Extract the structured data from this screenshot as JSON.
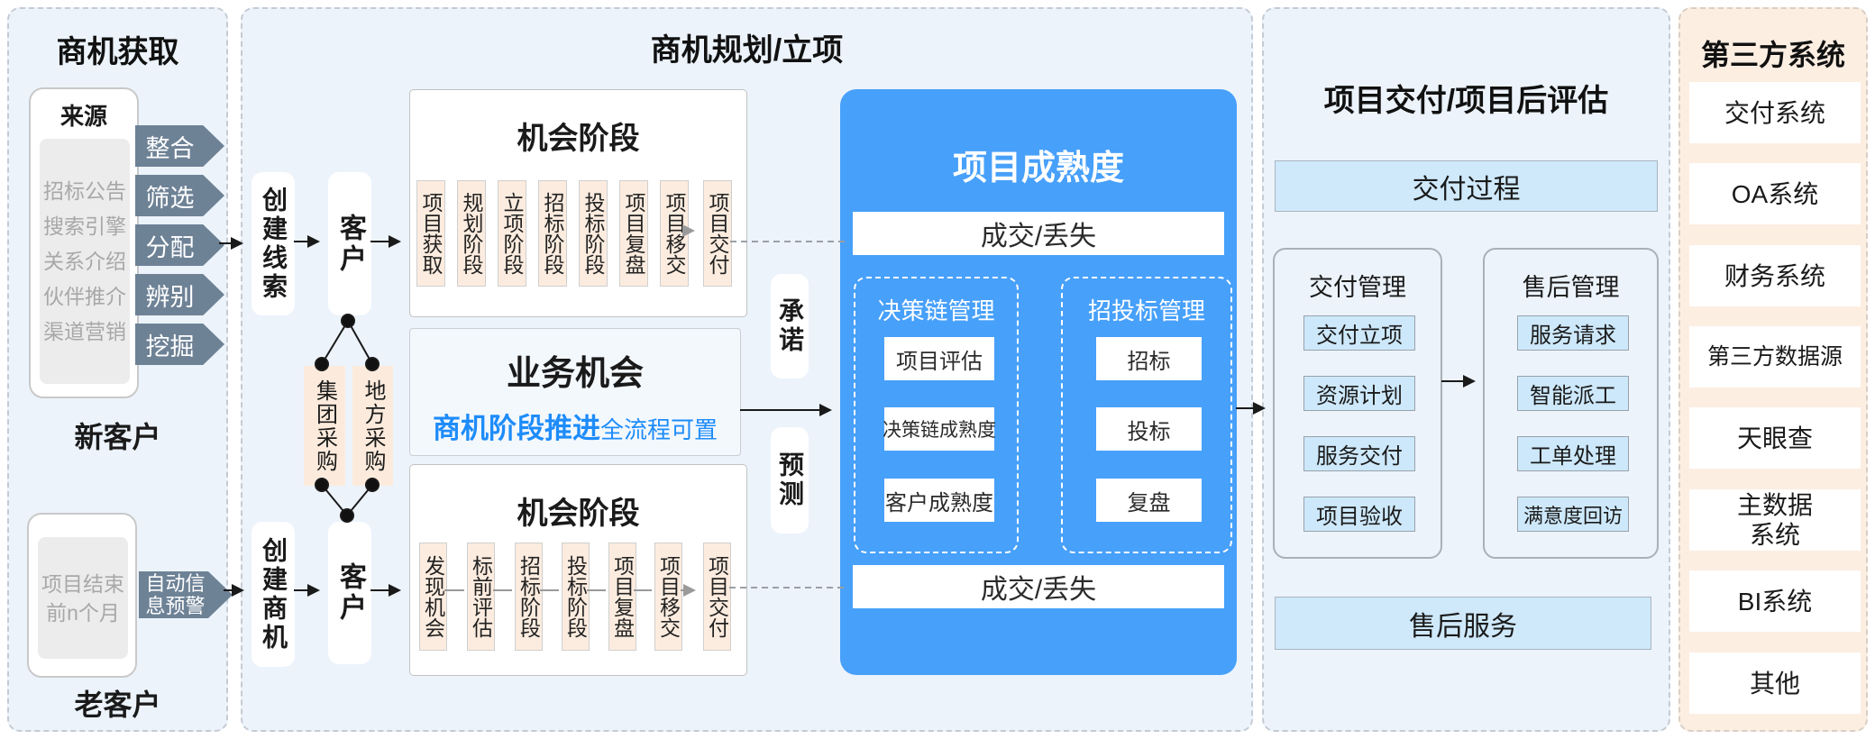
{
  "colors": {
    "accent_blue": "#47a0fa",
    "link_blue": "#1e8cfa",
    "slate_chevron": "#6e8296",
    "peach": "#fcebdd",
    "light_blue_bar": "#cfe9fb",
    "panel_bg": "#ecf3fb",
    "panel4_bg": "#fdeee2"
  },
  "panel_acquisition": {
    "title": "商机获取",
    "source_box": {
      "label": "来源",
      "items": [
        "招标公告",
        "搜索引擎",
        "关系介绍",
        "伙伴推介",
        "渠道营销"
      ]
    },
    "chevrons": [
      "整合",
      "筛选",
      "分配",
      "辨别",
      "挖掘"
    ],
    "new_customer_label": "新客户",
    "old_customer_box_text": "项目结束\n前n个月",
    "alert_chevron_label": "自动信息预警",
    "old_customer_label": "老客户"
  },
  "panel_planning": {
    "title": "商机规划/立项",
    "create_lead": "创建线索",
    "customer_top": "客户",
    "create_opportunity": "创建商机",
    "customer_bottom": "客户",
    "procurement_group": "集团采购",
    "procurement_local": "地方采购",
    "stage_box_top": {
      "title": "机会阶段",
      "stages": [
        "项目获取",
        "规划阶段",
        "立项阶段",
        "招标阶段",
        "投标阶段",
        "项目复盘",
        "项目移交",
        "项目交付"
      ]
    },
    "business_opportunity": {
      "title": "业务机会",
      "subtitle_main": "商机阶段推进",
      "subtitle_small": "全流程可置"
    },
    "stage_box_bottom": {
      "title": "机会阶段",
      "stages": [
        "发现机会",
        "标前评估",
        "招标阶段",
        "投标阶段",
        "项目复盘",
        "项目移交",
        "项目交付"
      ]
    },
    "commitment": "承诺",
    "forecast": "预测"
  },
  "maturity": {
    "title": "项目成熟度",
    "top_bar": "成交/丢失",
    "bottom_bar": "成交/丢失",
    "decision_chain": {
      "title": "决策链管理",
      "items": [
        "项目评估",
        "决策链成熟度",
        "客户成熟度"
      ]
    },
    "bidding": {
      "title": "招投标管理",
      "items": [
        "招标",
        "投标",
        "复盘"
      ]
    }
  },
  "panel_delivery": {
    "title": "项目交付/项目后评估",
    "process_bar": "交付过程",
    "delivery_mgmt": {
      "title": "交付管理",
      "items": [
        "交付立项",
        "资源计划",
        "服务交付",
        "项目验收"
      ]
    },
    "aftersales_mgmt": {
      "title": "售后管理",
      "items": [
        "服务请求",
        "智能派工",
        "工单处理",
        "满意度回访"
      ]
    },
    "service_bar": "售后服务"
  },
  "panel_thirdparty": {
    "title": "第三方系统",
    "items": [
      "交付系统",
      "OA系统",
      "财务系统",
      "第三方数据源",
      "天眼查",
      "主数据\n系统",
      "BI系统",
      "其他"
    ]
  }
}
